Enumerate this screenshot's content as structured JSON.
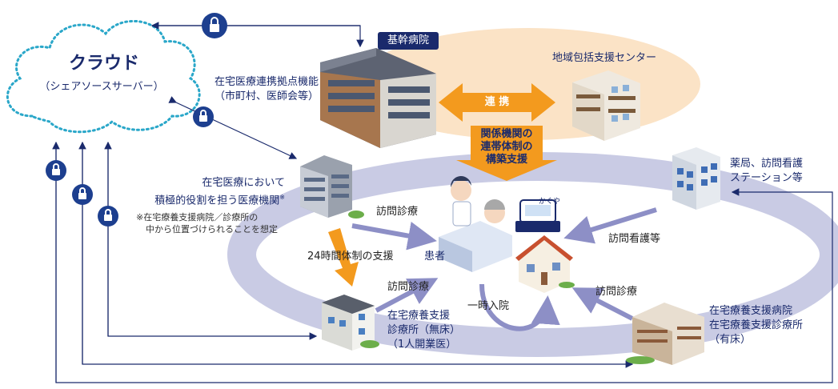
{
  "cloud": {
    "title": "クラウド",
    "subtitle": "（シェアソースサーバー）"
  },
  "badges": {
    "core_hospital": "基幹病院"
  },
  "arrows": {
    "cooperation": "連 携",
    "support_lines": [
      "関係機関の",
      "連帯体制の",
      "構築支援"
    ]
  },
  "labels": {
    "home_care_hub": [
      "在宅医療連携拠点機能",
      "（市町村、医師会等）"
    ],
    "regional_center": "地域包括支援センター",
    "active_institution": [
      "在宅医療において",
      "積極的役割を担う医療機関"
    ],
    "active_note_mark": "※",
    "note": [
      "※在宅療養支援病院／診療所の",
      "中から位置づけられることを想定"
    ],
    "pharmacy": [
      "薬局、訪問看護",
      "ステーション等"
    ],
    "visit_care_1": "訪問診療",
    "visit_care_2": "訪問診療",
    "visit_care_3": "訪問診療",
    "visit_nursing": "訪問看護等",
    "support_24h": "24時間体制の支援",
    "patient": "患者",
    "temp_admission": "一時入院",
    "clinic_no_bed": [
      "在宅療養支援",
      "診療所（無床）",
      "（1人開業医）"
    ],
    "hospital_with_bed": [
      "在宅療養支援病院",
      "在宅療養支援診療所",
      "（有床）"
    ],
    "device_brand": "かぐや"
  },
  "colors": {
    "navy": "#1a2a6c",
    "orange": "#f39a1e",
    "ring": "#c9cbe4",
    "ring_fill": "#e6e7f3",
    "peach": "#fbe3c6",
    "cloud_dots": "#2aa7c9",
    "lock": "#1d3f8f",
    "purple_arrow": "#8d8fc6"
  }
}
